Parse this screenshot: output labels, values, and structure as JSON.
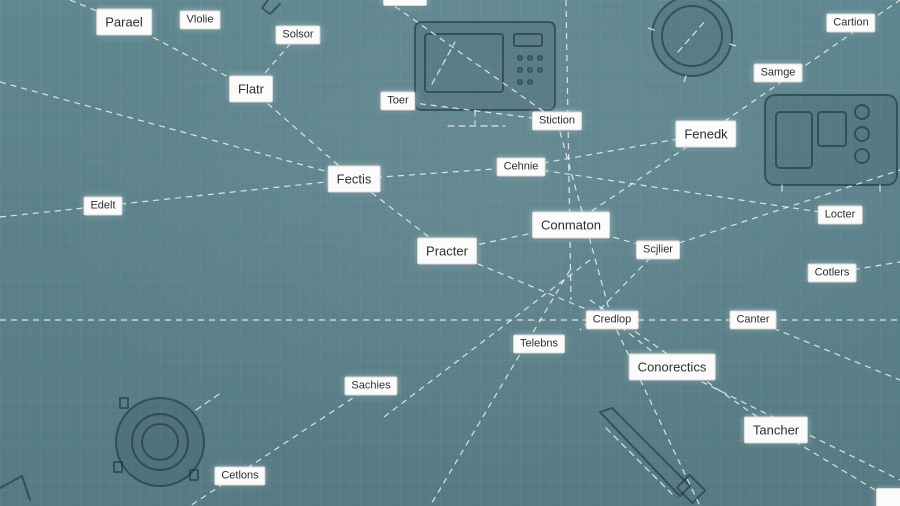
{
  "nodes": {
    "parael": "Parael",
    "vlolie": "Vlolie",
    "solsor": "Solsor",
    "flatr": "Flatr",
    "toer": "Toer",
    "fectis": "Fectis",
    "edelt": "Edelt",
    "cartion": "Cartion",
    "samge": "Samge",
    "fenedk": "Fenedk",
    "stiction": "Stiction",
    "cehnie": "Cehnie",
    "conmaton": "Conmaton",
    "locter": "Locter",
    "practer": "Practer",
    "scjlier": "Scjlier",
    "cotlers": "Cotlers",
    "credlop": "Credlop",
    "canter": "Canter",
    "telebns": "Telebns",
    "conorectics": "Conorectics",
    "sachies": "Sachies",
    "tancher": "Tancher",
    "cetlons": "Cetlons"
  },
  "icons": [
    "microwave-sketch-icon",
    "cooker-sketch-icon",
    "gear-ring-sketch-icon",
    "knob-sketch-icon",
    "remote-sketch-icon"
  ]
}
